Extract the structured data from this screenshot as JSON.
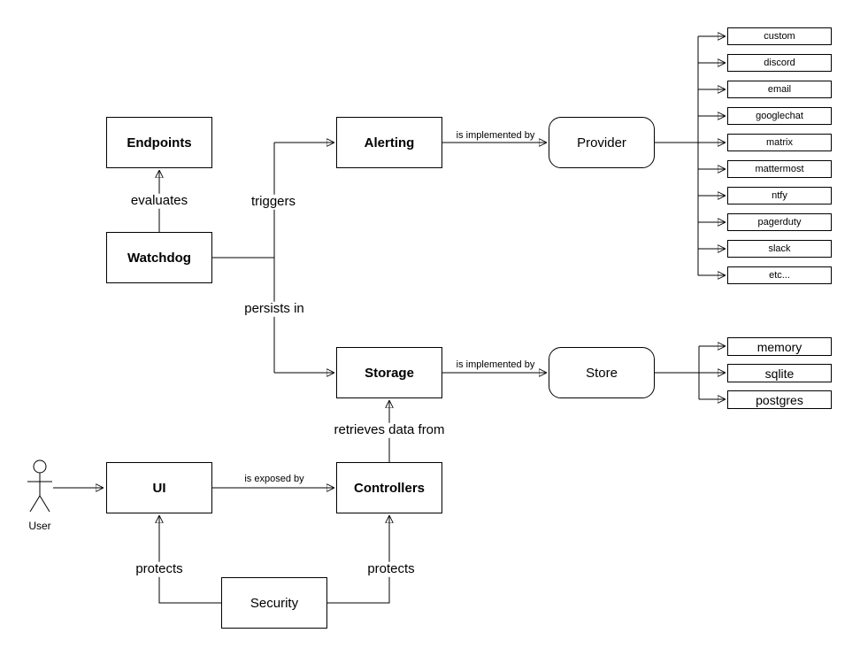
{
  "diagram": {
    "nodes": {
      "endpoints": {
        "label": "Endpoints"
      },
      "watchdog": {
        "label": "Watchdog"
      },
      "alerting": {
        "label": "Alerting"
      },
      "provider": {
        "label": "Provider"
      },
      "storage": {
        "label": "Storage"
      },
      "store": {
        "label": "Store"
      },
      "ui": {
        "label": "UI"
      },
      "controllers": {
        "label": "Controllers"
      },
      "security": {
        "label": "Security"
      }
    },
    "actor": {
      "label": "User"
    },
    "edges": {
      "evaluates": "evaluates",
      "triggers": "triggers",
      "persists_in": "persists in",
      "alerting_implemented_by": "is implemented by",
      "storage_implemented_by": "is implemented by",
      "retrieves_data_from": "retrieves data from",
      "is_exposed_by": "is exposed by",
      "protects_ui": "protects",
      "protects_controllers": "protects"
    },
    "providers": [
      "custom",
      "discord",
      "email",
      "googlechat",
      "matrix",
      "mattermost",
      "ntfy",
      "pagerduty",
      "slack",
      "etc..."
    ],
    "stores": [
      "memory",
      "sqlite",
      "postgres"
    ],
    "colors": {
      "stroke": "#000000",
      "background": "#ffffff",
      "text": "#000000"
    }
  }
}
